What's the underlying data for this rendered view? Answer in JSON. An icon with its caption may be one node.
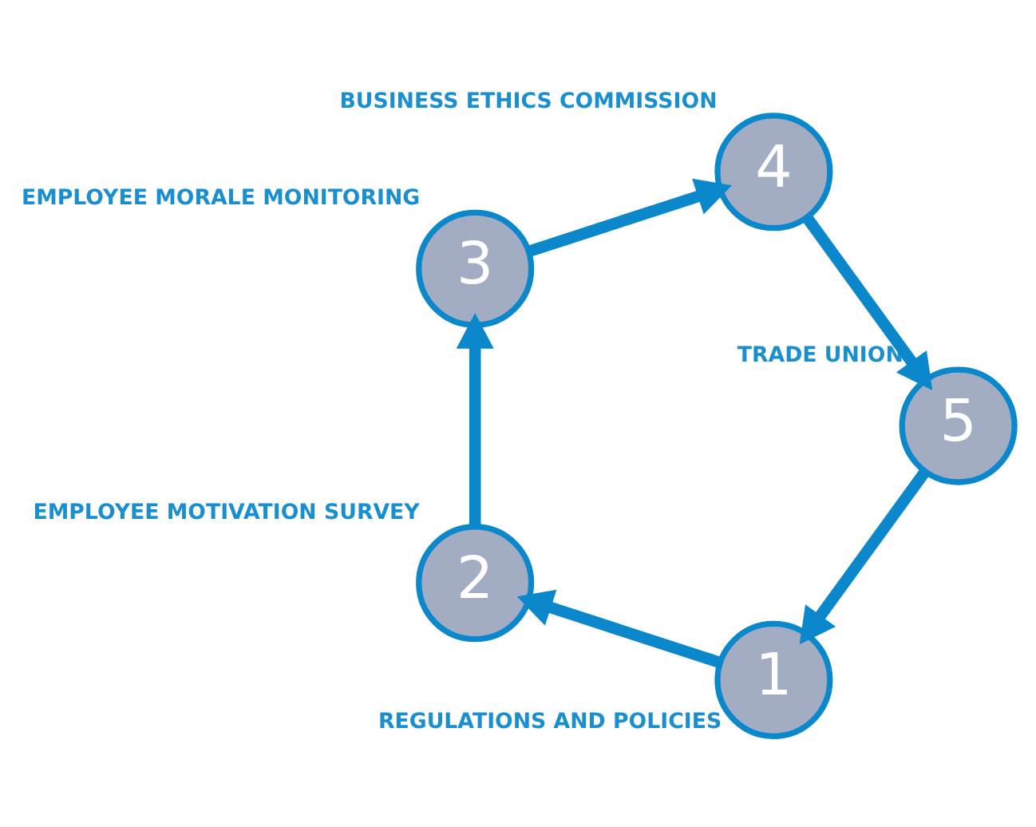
{
  "diagram": {
    "nodes": [
      {
        "text": [
          "1"
        ],
        "beside": [
          "REGULATIONS AND POLICIES"
        ]
      },
      {
        "text": [
          "2"
        ],
        "beside": [
          "EMPLOYEE MOTIVATION SURVEY"
        ]
      },
      {
        "text": [
          "3"
        ],
        "beside": [
          "EMPLOYEE MORALE MONITORING"
        ]
      },
      {
        "text": [
          "4"
        ],
        "beside": [
          "BUSINESS ETHICS COMMISSION"
        ]
      },
      {
        "text": [
          "5"
        ],
        "beside": [
          "TRADE UNION"
        ]
      }
    ],
    "edges": [
      {
        "from": 0,
        "to": 1,
        "arrow": "to"
      },
      {
        "from": 1,
        "to": 2,
        "arrow": "to"
      },
      {
        "from": 2,
        "to": 3,
        "arrow": "to"
      },
      {
        "from": 3,
        "to": 4,
        "arrow": "to"
      },
      {
        "from": 4,
        "to": 0,
        "arrow": "to"
      }
    ]
  }
}
